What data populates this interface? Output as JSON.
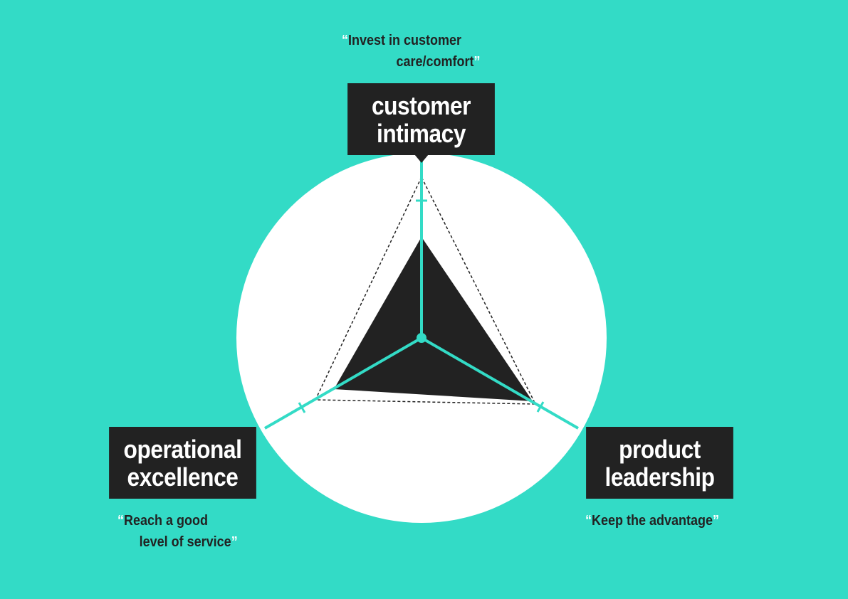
{
  "colors": {
    "background": "#33dbc6",
    "circle": "#ffffff",
    "axis": "#33dbc6",
    "shape": "#222222",
    "label_box": "#222222",
    "label_text": "#ffffff",
    "quote_text": "#222222",
    "quote_marks": "#ffffff"
  },
  "axes": [
    {
      "id": "customer-intimacy",
      "label_line1": "customer",
      "label_line2": "intimacy",
      "quote_open": "“",
      "quote_line1": "Invest in customer",
      "quote_line2": "care/comfort",
      "quote_close": "”"
    },
    {
      "id": "operational-excellence",
      "label_line1": "operational",
      "label_line2": "excellence",
      "quote_open": "“",
      "quote_line1": "Reach a good",
      "quote_line2": "level of service",
      "quote_close": "”"
    },
    {
      "id": "product-leadership",
      "label_line1": "product",
      "label_line2": "leadership",
      "quote_open": "“",
      "quote_line1": "Keep the advantage",
      "quote_close": "”"
    }
  ]
}
